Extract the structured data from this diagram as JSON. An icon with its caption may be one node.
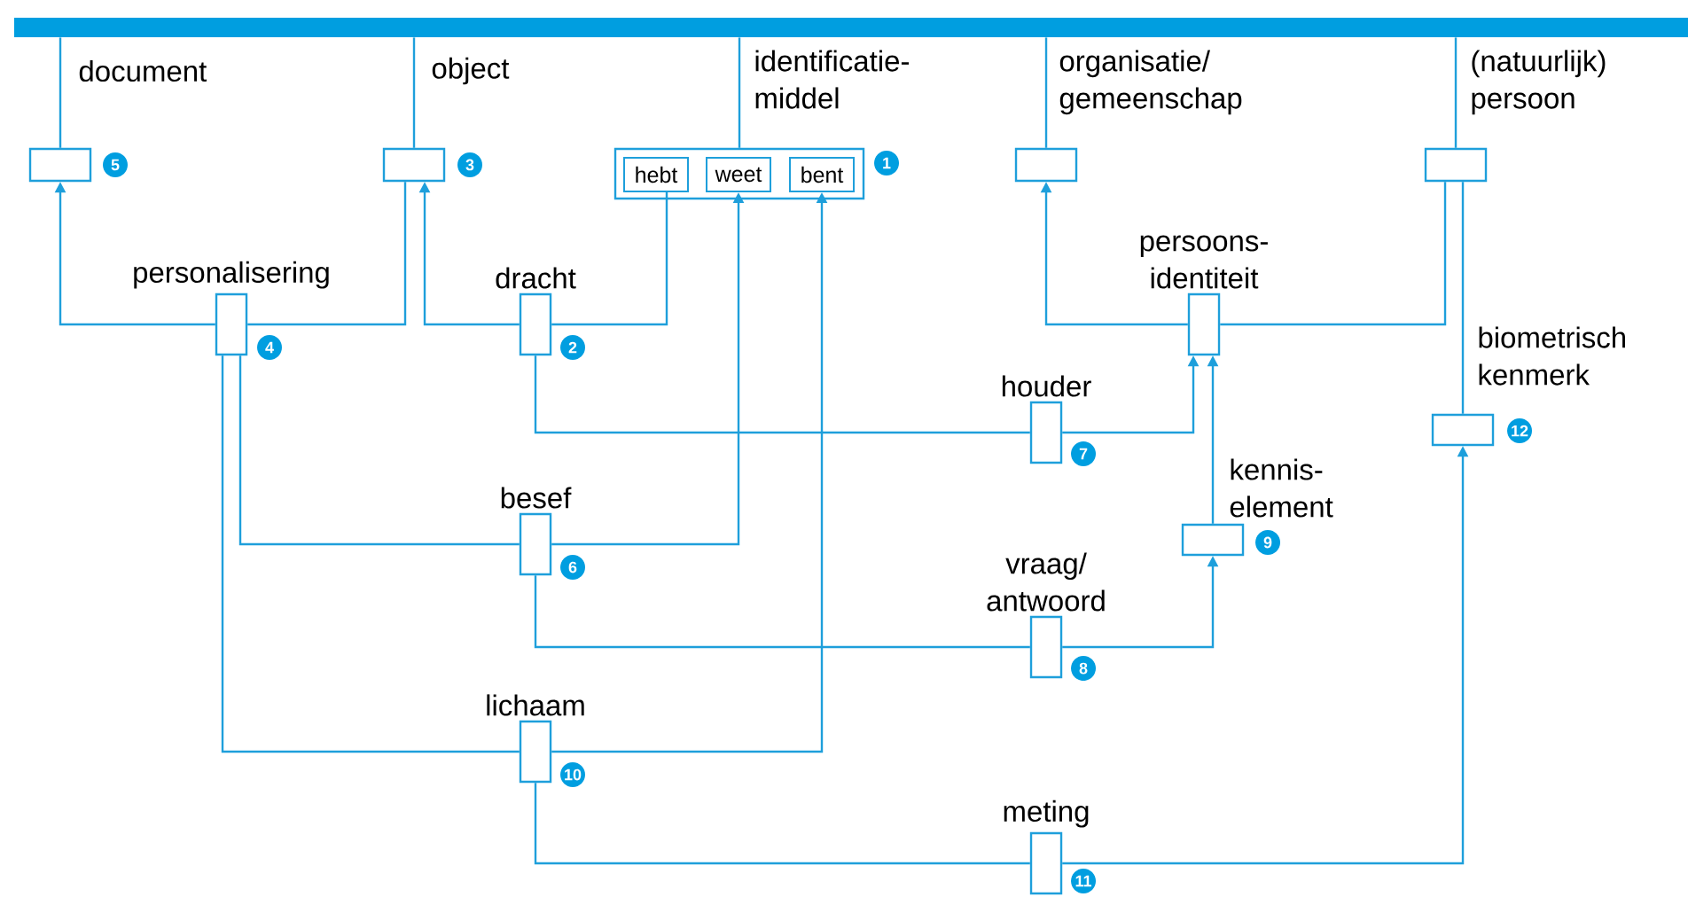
{
  "diagram": {
    "nodes": [
      {
        "text": [],
        "shape": "bar"
      },
      {
        "text": [
          "document"
        ],
        "beside": [
          "5"
        ]
      },
      {
        "text": [
          "object"
        ],
        "beside": [
          "3"
        ]
      },
      {
        "text": [
          "identificatie- middel"
        ],
        "beside": [
          "1"
        ]
      },
      {
        "text": [
          "hebt"
        ],
        "in": 3
      },
      {
        "text": [
          "weet"
        ],
        "in": 3
      },
      {
        "text": [
          "bent"
        ],
        "in": 3
      },
      {
        "text": [
          "organisatie/ gemeenschap"
        ]
      },
      {
        "text": [
          "(natuurlijk) persoon"
        ]
      },
      {
        "text": [
          "personalisering"
        ],
        "beside": [
          "4"
        ]
      },
      {
        "text": [
          "dracht"
        ],
        "beside": [
          "2"
        ]
      },
      {
        "text": [
          "persoons- identiteit"
        ]
      },
      {
        "text": [
          "houder"
        ],
        "beside": [
          "7"
        ]
      },
      {
        "text": [
          "besef"
        ],
        "beside": [
          "6"
        ]
      },
      {
        "text": [
          "kennis- element"
        ],
        "beside": [
          "9"
        ]
      },
      {
        "text": [
          "vraag/ antwoord"
        ],
        "beside": [
          "8"
        ]
      },
      {
        "text": [
          "biometrisch kenmerk"
        ],
        "beside": [
          "12"
        ]
      },
      {
        "text": [
          "lichaam"
        ],
        "beside": [
          "10"
        ]
      },
      {
        "text": [
          "meting"
        ],
        "beside": [
          "11"
        ]
      }
    ],
    "edges": [
      {
        "from": 0,
        "to": 1,
        "arrow": "none"
      },
      {
        "from": 0,
        "to": 2,
        "arrow": "none"
      },
      {
        "from": 0,
        "to": 3,
        "arrow": "none"
      },
      {
        "from": 0,
        "to": 7,
        "arrow": "none"
      },
      {
        "from": 0,
        "to": 8,
        "arrow": "none"
      },
      {
        "from": 9,
        "to": 1,
        "arrow": "to"
      },
      {
        "from": 9,
        "to": 2,
        "arrow": "none"
      },
      {
        "from": 10,
        "to": 2,
        "arrow": "to"
      },
      {
        "from": 10,
        "to": 4,
        "arrow": "none"
      },
      {
        "from": 11,
        "to": 7,
        "arrow": "to"
      },
      {
        "from": 11,
        "to": 8,
        "arrow": "none"
      },
      {
        "from": 10,
        "to": 12,
        "arrow": "none"
      },
      {
        "from": 12,
        "to": 11,
        "arrow": "to"
      },
      {
        "from": 9,
        "to": 13,
        "arrow": "none"
      },
      {
        "from": 13,
        "to": 5,
        "arrow": "to"
      },
      {
        "from": 14,
        "to": 11,
        "arrow": "to"
      },
      {
        "from": 13,
        "to": 15,
        "arrow": "none"
      },
      {
        "from": 15,
        "to": 14,
        "arrow": "to"
      },
      {
        "from": 16,
        "to": 8,
        "arrow": "none"
      },
      {
        "from": 9,
        "to": 17,
        "arrow": "none"
      },
      {
        "from": 17,
        "to": 6,
        "arrow": "to"
      },
      {
        "from": 17,
        "to": 18,
        "arrow": "none"
      },
      {
        "from": 18,
        "to": 16,
        "arrow": "to"
      }
    ]
  }
}
